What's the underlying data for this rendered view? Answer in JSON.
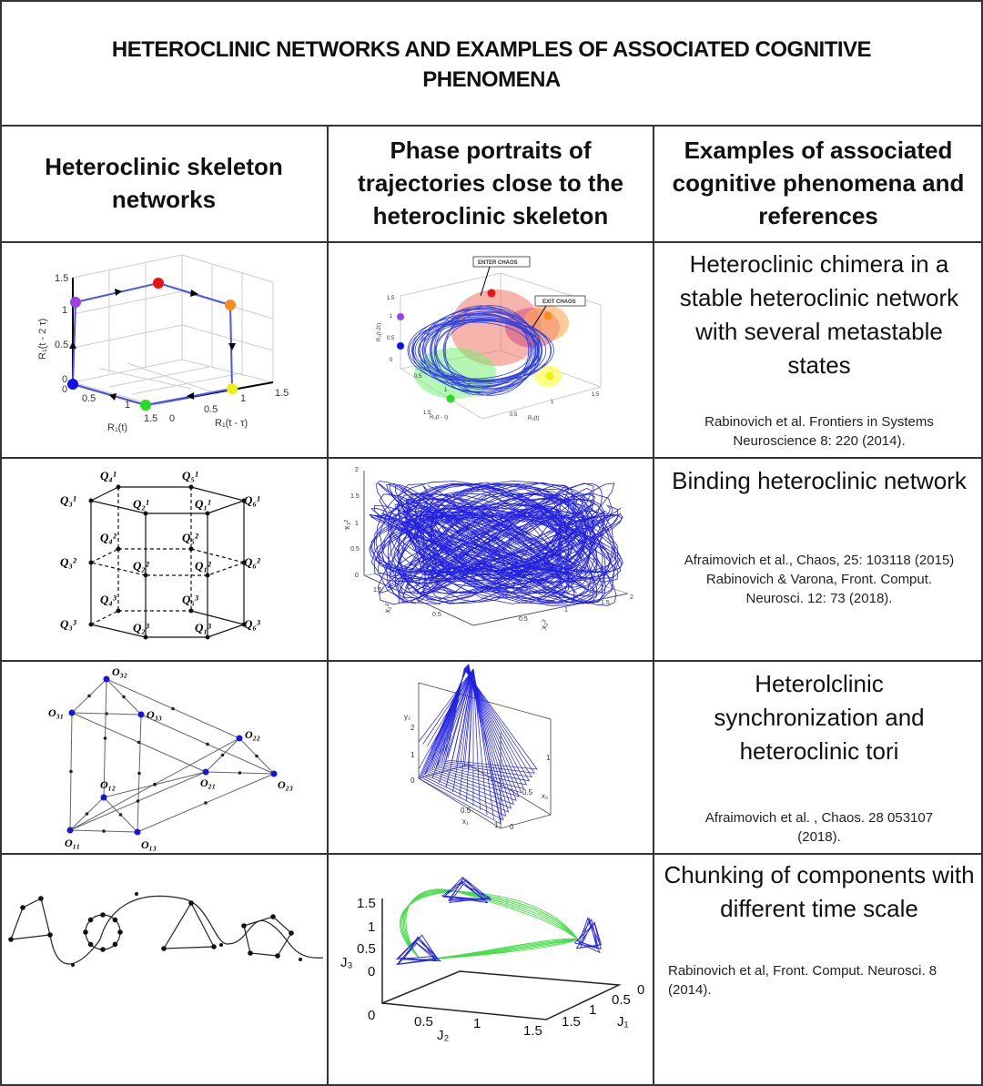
{
  "title": "HETEROCLINIC NETWORKS AND EXAMPLES OF ASSOCIATED COGNITIVE PHENOMENA",
  "headers": [
    "Heteroclinic skeleton networks",
    "Phase portraits of trajectories close to the heteroclinic skeleton",
    "Examples of associated cognitive phenomena and references"
  ],
  "rows": [
    {
      "phenomenon": "Heteroclinic chimera in a stable heteroclinic network with several metastable states",
      "references": [
        "Rabinovich et al. Frontiers in Systems",
        "Neuroscience 8: 220 (2014)."
      ],
      "skeleton": {
        "ticks": [
          "1.5",
          "1",
          "0.5",
          "0",
          "0",
          "0.5",
          "1",
          "1.5",
          "0",
          "0.5",
          "1",
          "1.5"
        ],
        "z_label": "R₁(t - 2 τ)",
        "x_label": "R₁(t)",
        "y_label": "R₁(t - τ)",
        "node_colors": [
          "#a040e0",
          "#ee1111",
          "#ff8a1a",
          "#eeee10",
          "#22dd22",
          "#1010ee"
        ]
      },
      "portrait": {
        "annotations": [
          "ENTER CHAOS",
          "EXIT CHAOS"
        ],
        "axis_labels": [
          "R₃(t-2τ)",
          "R₃(t - τ)",
          "R₃(t)"
        ],
        "ticks": [
          "1.5",
          "1",
          "0.5",
          "0",
          "1.5",
          "1",
          "0.5",
          "0.5",
          "1",
          "1.5"
        ]
      }
    },
    {
      "phenomenon": "Binding heteroclinic network",
      "references": [
        "Afraimovich et al., Chaos, 25: 103118 (2015)",
        "Rabinovich &  Varona, Front. Comput.",
        "Neurosci. 12: 73 (2018)."
      ],
      "skeleton": {
        "nodes": [
          "Q₄³",
          "Q₅³",
          "Q₃³",
          "Q₂³",
          "Q₁³",
          "Q₆³",
          "Q₄²",
          "Q₅²",
          "Q₃²",
          "Q₂²",
          "Q₁²",
          "Q₆²",
          "Q₄¹",
          "Q₅¹",
          "Q₃¹",
          "Q₂¹",
          "Q₁¹",
          "Q₆¹"
        ]
      },
      "portrait": {
        "axis_labels": [
          "x₃²",
          "x₁²",
          "x₂²"
        ],
        "ticks": [
          "2",
          "1.5",
          "1",
          "0.5",
          "0",
          "1.5",
          "1",
          "0.5",
          "0.5",
          "1",
          "1.5",
          "2"
        ]
      }
    },
    {
      "phenomenon": "Heterolclinic synchronization and heteroclinic tori",
      "references": [
        "Afraimovich et al. , Chaos. 28 053107",
        "(2018)."
      ],
      "skeleton": {
        "nodes": [
          "O₃₂",
          "O₃₁",
          "O₃₃",
          "O₂₂",
          "O₂₁",
          "O₂₃",
          "O₁₂",
          "O₁₁",
          "O₁₃"
        ]
      },
      "portrait": {
        "axis_labels": [
          "y₂",
          "x₁",
          "x₂"
        ],
        "ticks": [
          "2",
          "1",
          "0",
          "0.5",
          "1",
          "0",
          "0.5",
          "1"
        ]
      }
    },
    {
      "phenomenon": "Chunking of components with different time scale",
      "references": [
        "Rabinovich et al, Front. Comput. Neurosci. 8",
        "(2014)."
      ],
      "portrait": {
        "axis_labels": [
          "J₃",
          "J₂",
          "J₁"
        ],
        "z_ticks": [
          "1.5",
          "1",
          "0.5",
          "0"
        ],
        "x_ticks": [
          "0",
          "0.5",
          "1",
          "1.5"
        ],
        "y_ticks": [
          "0",
          "0.5",
          "1",
          "1.5"
        ]
      }
    }
  ],
  "colors": {
    "trajectory_blue": "#2222e0",
    "trajectory_green": "#44dd44",
    "grid_line": "#333333"
  }
}
